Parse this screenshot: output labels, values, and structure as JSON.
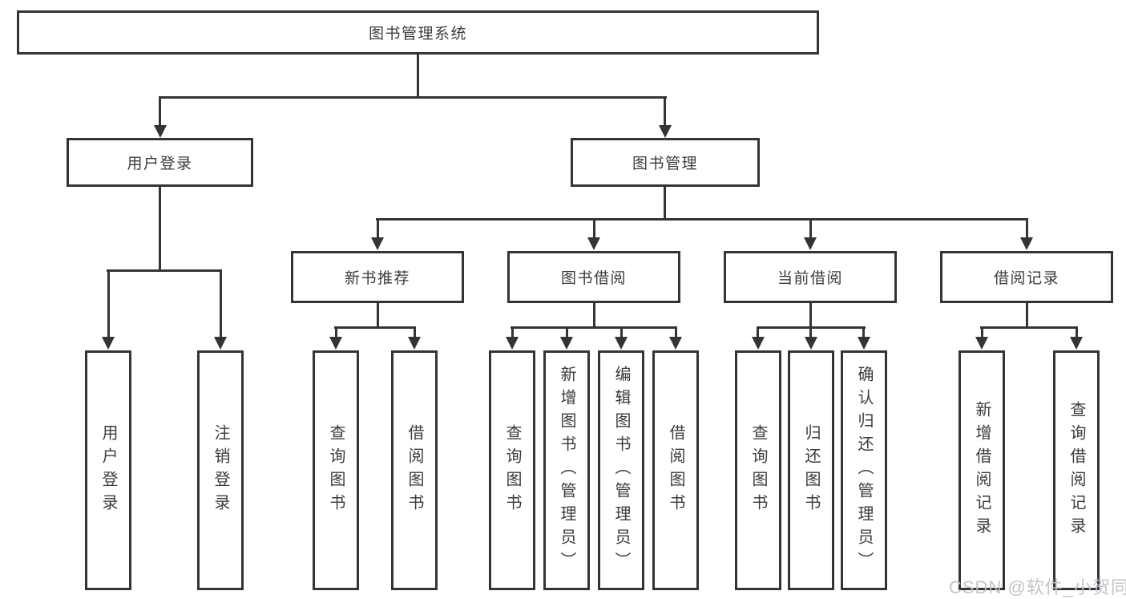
{
  "diagram": {
    "root": {
      "label": "图书管理系统"
    },
    "level2": [
      {
        "label": "用户登录"
      },
      {
        "label": "图书管理"
      }
    ],
    "level3": [
      {
        "label": "新书推荐"
      },
      {
        "label": "图书借阅"
      },
      {
        "label": "当前借阅"
      },
      {
        "label": "借阅记录"
      }
    ],
    "leaves": {
      "user_login": [
        "用户登录",
        "注销登录"
      ],
      "new_book_recommend": [
        "查询图书",
        "借阅图书"
      ],
      "book_borrow": [
        "查询图书",
        "新增图书（管理员）",
        "编辑图书（管理员）",
        "借阅图书"
      ],
      "current_borrow": [
        "查询图书",
        "归还图书",
        "确认归还（管理员）"
      ],
      "borrow_record": [
        "新增借阅记录",
        "查询借阅记录"
      ]
    }
  },
  "watermark": {
    "text": "CSDN @软件_小贺同学"
  },
  "colors": {
    "line": "#343434",
    "text": "#383c40",
    "background": "#ffffff",
    "watermark": "#bec2c8"
  }
}
